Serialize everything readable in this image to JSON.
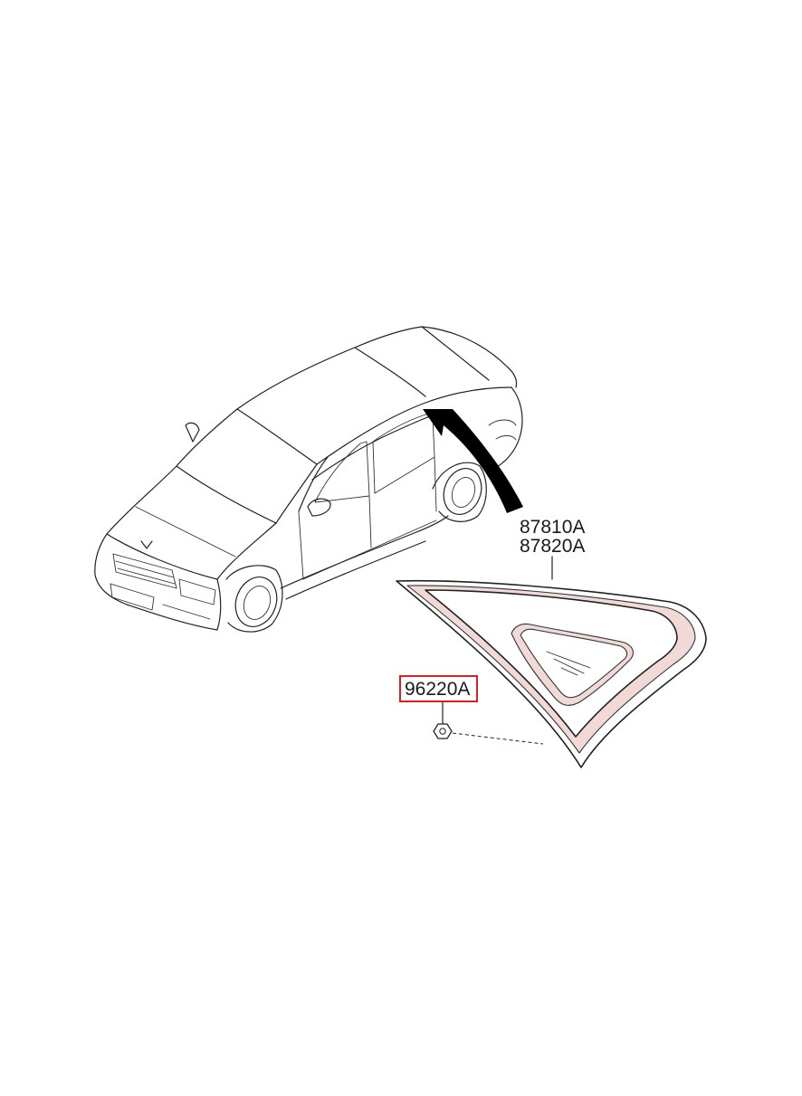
{
  "callouts": {
    "quarter_glass_lh": "87810A",
    "quarter_glass_rh": "87820A",
    "highlighted_part": "96220A"
  },
  "highlight_color": "#e02020",
  "icons": [
    "sedan-illustration",
    "location-arrow",
    "quarter-window-glass",
    "clip-fastener"
  ]
}
